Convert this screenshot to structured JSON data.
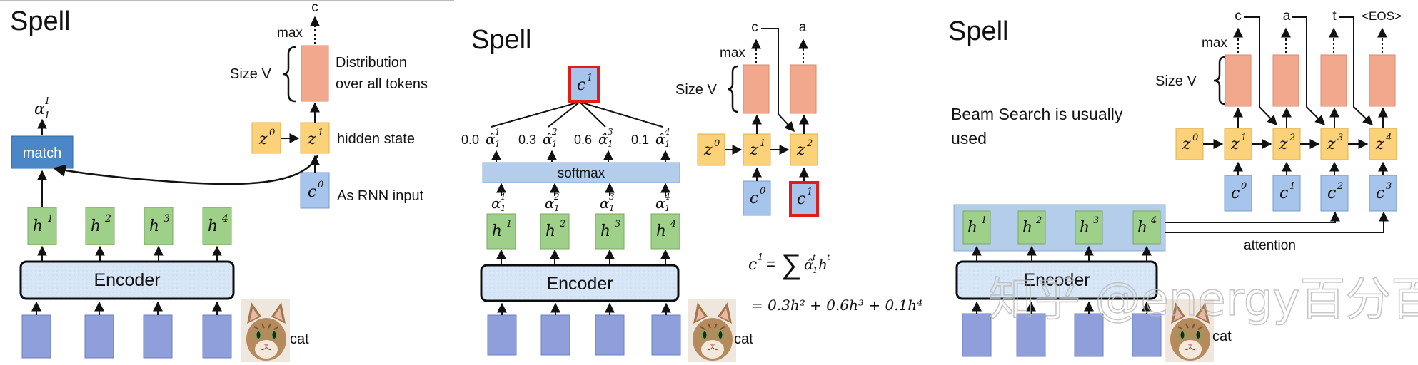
{
  "colors": {
    "encoder": "#d6e6f7",
    "encoder_border": "#0d0d0d",
    "hidden": "#9fd08a",
    "hidden_border": "#7aa866",
    "input": "#8f9fdb",
    "input_border": "#6f7fbf",
    "z": "#fbd17a",
    "z_border": "#e0b050",
    "dist": "#f2a88c",
    "dist_border": "#d88a6e",
    "c": "#a7c4ec",
    "c_border": "#7a9ccb",
    "match": "#4a86c8",
    "softmax": "#b3cdeb",
    "highlight": "#e21b1b"
  },
  "icons": [
    "cat-image",
    "arrow-icon"
  ],
  "panel1": {
    "title": "Spell",
    "encoder": "Encoder",
    "hidden": [
      "h1",
      "h2",
      "h3",
      "h4"
    ],
    "hidden_sup": [
      "1",
      "2",
      "3",
      "4"
    ],
    "cat": "cat",
    "match": "match",
    "alpha": "α",
    "alpha_sub": "1",
    "alpha_sup": "1",
    "z0": "z",
    "z0_sup": "0",
    "z1": "z",
    "z1_sup": "1",
    "c0": "c",
    "c0_sup": "0",
    "max": "max",
    "output": "c",
    "size_v": "Size V",
    "dist_label_1": "Distribution",
    "dist_label_2": "over all tokens",
    "hidden_state": "hidden state",
    "rnn_input": "As RNN input"
  },
  "panel2": {
    "title": "Spell",
    "encoder": "Encoder",
    "softmax": "softmax",
    "cat": "cat",
    "weights": [
      "0.0",
      "0.3",
      "0.6",
      "0.1"
    ],
    "alpha": "α",
    "alpha_hat": "α̂",
    "sups": [
      "1",
      "2",
      "3",
      "4"
    ],
    "c1": "c",
    "c1_sup": "1",
    "max": "max",
    "size_v": "Size V",
    "outputs": [
      "c",
      "a"
    ],
    "z": "z",
    "c0": "c",
    "formula_1_lhs": "c",
    "formula_1_rhs": "= ∑ α̂",
    "formula_2": "= 0.3h² + 0.6h³ + 0.1h⁴"
  },
  "panel3": {
    "title": "Spell",
    "beam_1": "Beam Search is usually",
    "beam_2": "used",
    "encoder": "Encoder",
    "cat": "cat",
    "max": "max",
    "size_v": "Size V",
    "outputs": [
      "c",
      "a",
      "t",
      "<EOS>"
    ],
    "attention": "attention",
    "watermark": "知乎 @energy百分百"
  }
}
